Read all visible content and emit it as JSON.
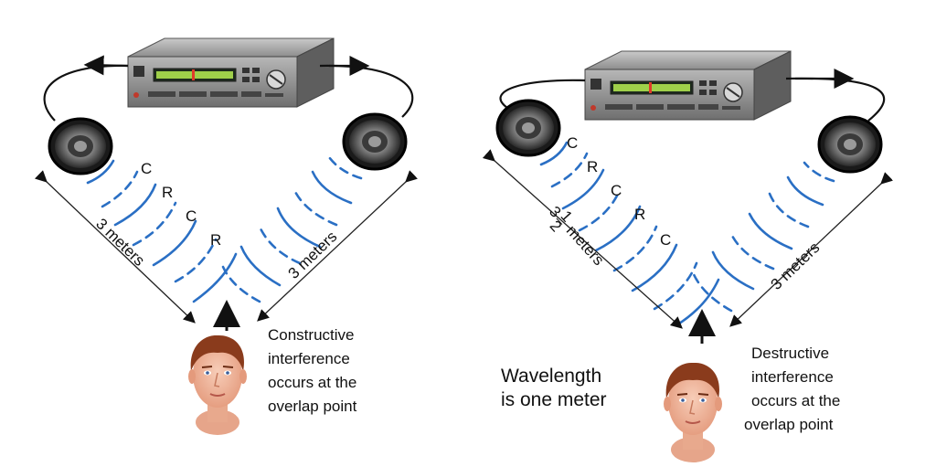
{
  "left": {
    "wave_labels": [
      "C",
      "R",
      "C",
      "R"
    ],
    "left_distance": "3 meters",
    "right_distance": "3 meters",
    "caption": [
      "Constructive",
      "interference",
      "occurs at the",
      "overlap point"
    ]
  },
  "right": {
    "wave_labels": [
      "C",
      "R",
      "C",
      "R",
      "C"
    ],
    "left_distance_whole": "3",
    "left_distance_num": "1",
    "left_distance_den": "2",
    "left_distance_unit": "meters",
    "right_distance": "3 meters",
    "caption": [
      "Destructive",
      "interference",
      "occurs at the",
      "overlap point"
    ]
  },
  "wavelength_note": [
    "Wavelength",
    "is one meter"
  ],
  "colors": {
    "wave": "#2a6fc4",
    "skin": "#f0b9a0",
    "hair": "#8a3b1c"
  }
}
